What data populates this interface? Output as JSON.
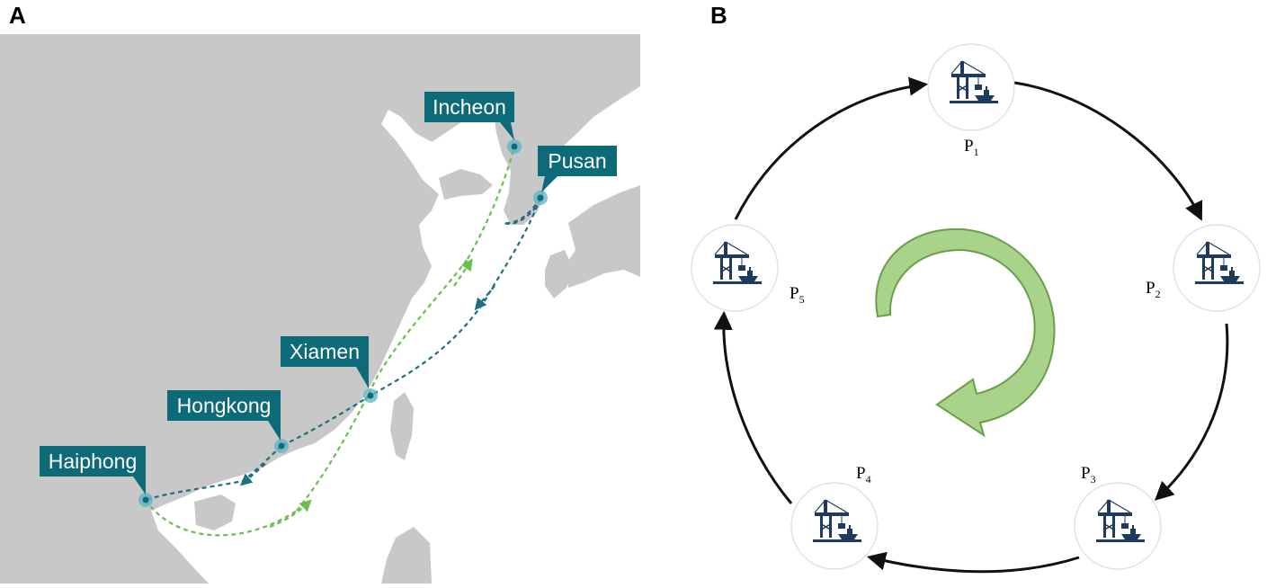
{
  "panels": {
    "a_label": "A",
    "b_label": "B"
  },
  "map": {
    "ports": [
      {
        "id": "incheon",
        "label": "Incheon"
      },
      {
        "id": "pusan",
        "label": "Pusan"
      },
      {
        "id": "xiamen",
        "label": "Xiamen"
      },
      {
        "id": "hongkong",
        "label": "Hongkong"
      },
      {
        "id": "haiphong",
        "label": "Haiphong"
      }
    ],
    "colors": {
      "land": "#c8c8c8",
      "sea": "#ffffff",
      "callout": "#0d6a78",
      "green_route": "#6abf4b",
      "blue_route": "#1f6f80",
      "port_dot": "#5eb3c4"
    }
  },
  "cycle": {
    "ports": [
      {
        "id": "p1",
        "base": "P",
        "sub": "1"
      },
      {
        "id": "p2",
        "base": "P",
        "sub": "2"
      },
      {
        "id": "p3",
        "base": "P",
        "sub": "3"
      },
      {
        "id": "p4",
        "base": "P",
        "sub": "4"
      },
      {
        "id": "p5",
        "base": "P",
        "sub": "5"
      }
    ],
    "icon": "port-crane-ship-icon",
    "colors": {
      "arc": "#111111",
      "rotation_arrow": "#a9d38a",
      "rotation_stroke": "#6a9e4a",
      "icon": "#1f3a5f"
    }
  }
}
